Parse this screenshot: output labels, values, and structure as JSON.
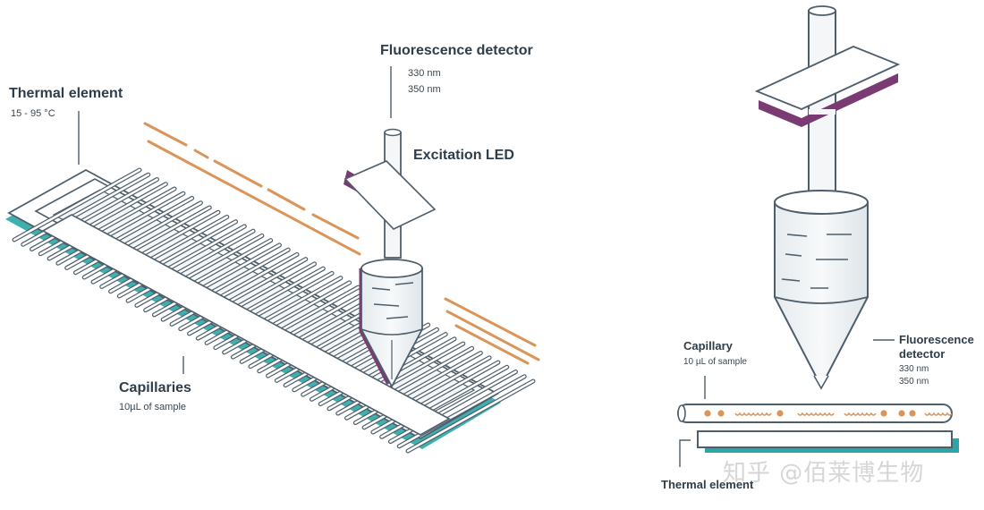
{
  "left": {
    "fluorescence_detector": {
      "title": "Fluorescence detector",
      "wl1": "330 nm",
      "wl2": "350 nm"
    },
    "thermal_element": {
      "title": "Thermal element",
      "range": "15 - 95 °C"
    },
    "excitation_led": {
      "title": "Excitation LED"
    },
    "capillaries": {
      "title": "Capillaries",
      "sample": "10µL of sample"
    }
  },
  "right": {
    "capillary": {
      "title": "Capillary",
      "sample": "10 µL of sample"
    },
    "fluorescence_detector": {
      "title_line1": "Fluorescence",
      "title_line2": "detector",
      "wl1": "330 nm",
      "wl2": "350 nm"
    },
    "thermal_element": {
      "title": "Thermal element"
    }
  },
  "watermark": "知乎 @佰莱博生物",
  "colors": {
    "outline": "#4e5e6b",
    "teal": "#2aa6a6",
    "purple": "#7a3b72",
    "orange": "#d9955a",
    "label": "#2f3d49"
  }
}
